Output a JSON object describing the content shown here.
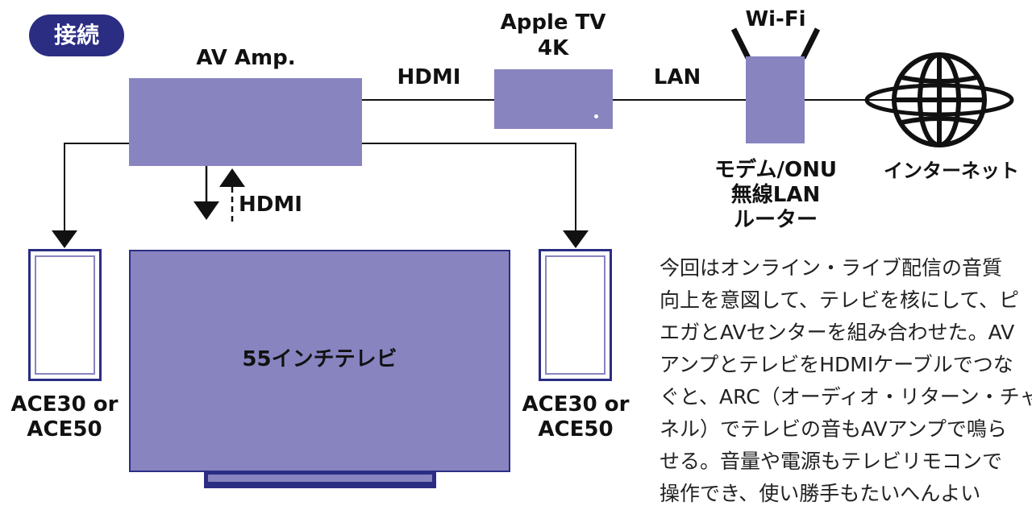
{
  "badge": "接続",
  "devices": {
    "av_amp": "AV Amp.",
    "apple_tv_line1": "Apple TV",
    "apple_tv_line2": "4K",
    "wifi": "Wi-Fi",
    "router_line1": "モデム/ONU",
    "router_line2": "無線LAN",
    "router_line3": "ルーター",
    "internet": "インターネット",
    "tv": "55インチテレビ",
    "speaker_left_line1": "ACE30 or",
    "speaker_left_line2": "ACE50",
    "speaker_right_line1": "ACE30 or",
    "speaker_right_line2": "ACE50"
  },
  "connections": {
    "amp_to_appletv": "HDMI",
    "appletv_to_router": "LAN",
    "amp_to_tv": "HDMI"
  },
  "description": [
    "今回はオンライン・ライブ配信の音質",
    "向上を意図して、テレビを核にして、ピ",
    "エガとAVセンターを組み合わせた。AV",
    "アンプとテレビをHDMIケーブルでつな",
    "ぐと、ARC（オーディオ・リターン・チャン",
    "ネル）でテレビの音もAVアンプで鳴ら",
    "せる。音量や電源もテレビリモコンで",
    "操作でき、使い勝手もたいへんよい"
  ],
  "colors": {
    "device_fill": "#8884c0",
    "badge_fill": "#2b2d83",
    "line": "#111111"
  }
}
